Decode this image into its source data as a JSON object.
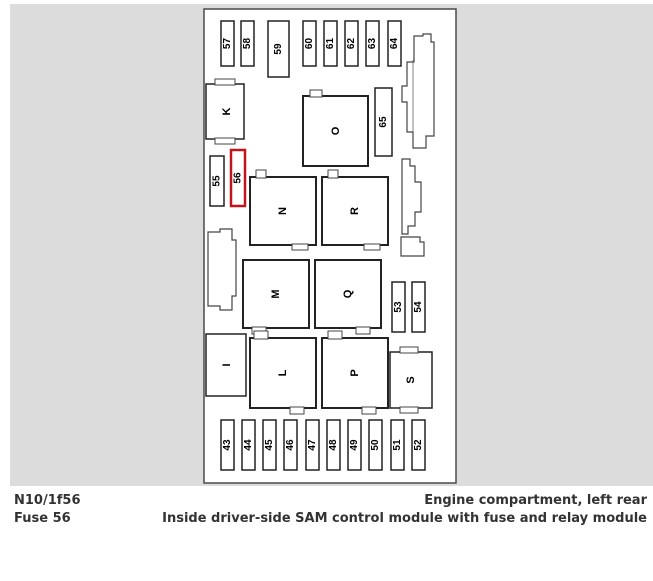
{
  "diagram": {
    "fuses": {
      "top": [
        "57",
        "58",
        "59",
        "60",
        "61",
        "62",
        "63",
        "64"
      ],
      "right_upper": "65",
      "left_pair": [
        "55",
        "56"
      ],
      "middle_right": [
        "53",
        "54"
      ],
      "bottom": [
        "43",
        "44",
        "45",
        "46",
        "47",
        "48",
        "49",
        "50",
        "51",
        "52"
      ]
    },
    "relays": [
      "K",
      "O",
      "N",
      "R",
      "M",
      "Q",
      "I",
      "L",
      "P",
      "S"
    ],
    "highlighted_fuse": "56",
    "highlight_color": "#c0151b"
  },
  "caption": {
    "component_code": "N10/1f56",
    "fuse_label": "Fuse 56",
    "location": "Engine compartment, left rear",
    "description": "Inside driver-side SAM control module with fuse and relay module"
  }
}
